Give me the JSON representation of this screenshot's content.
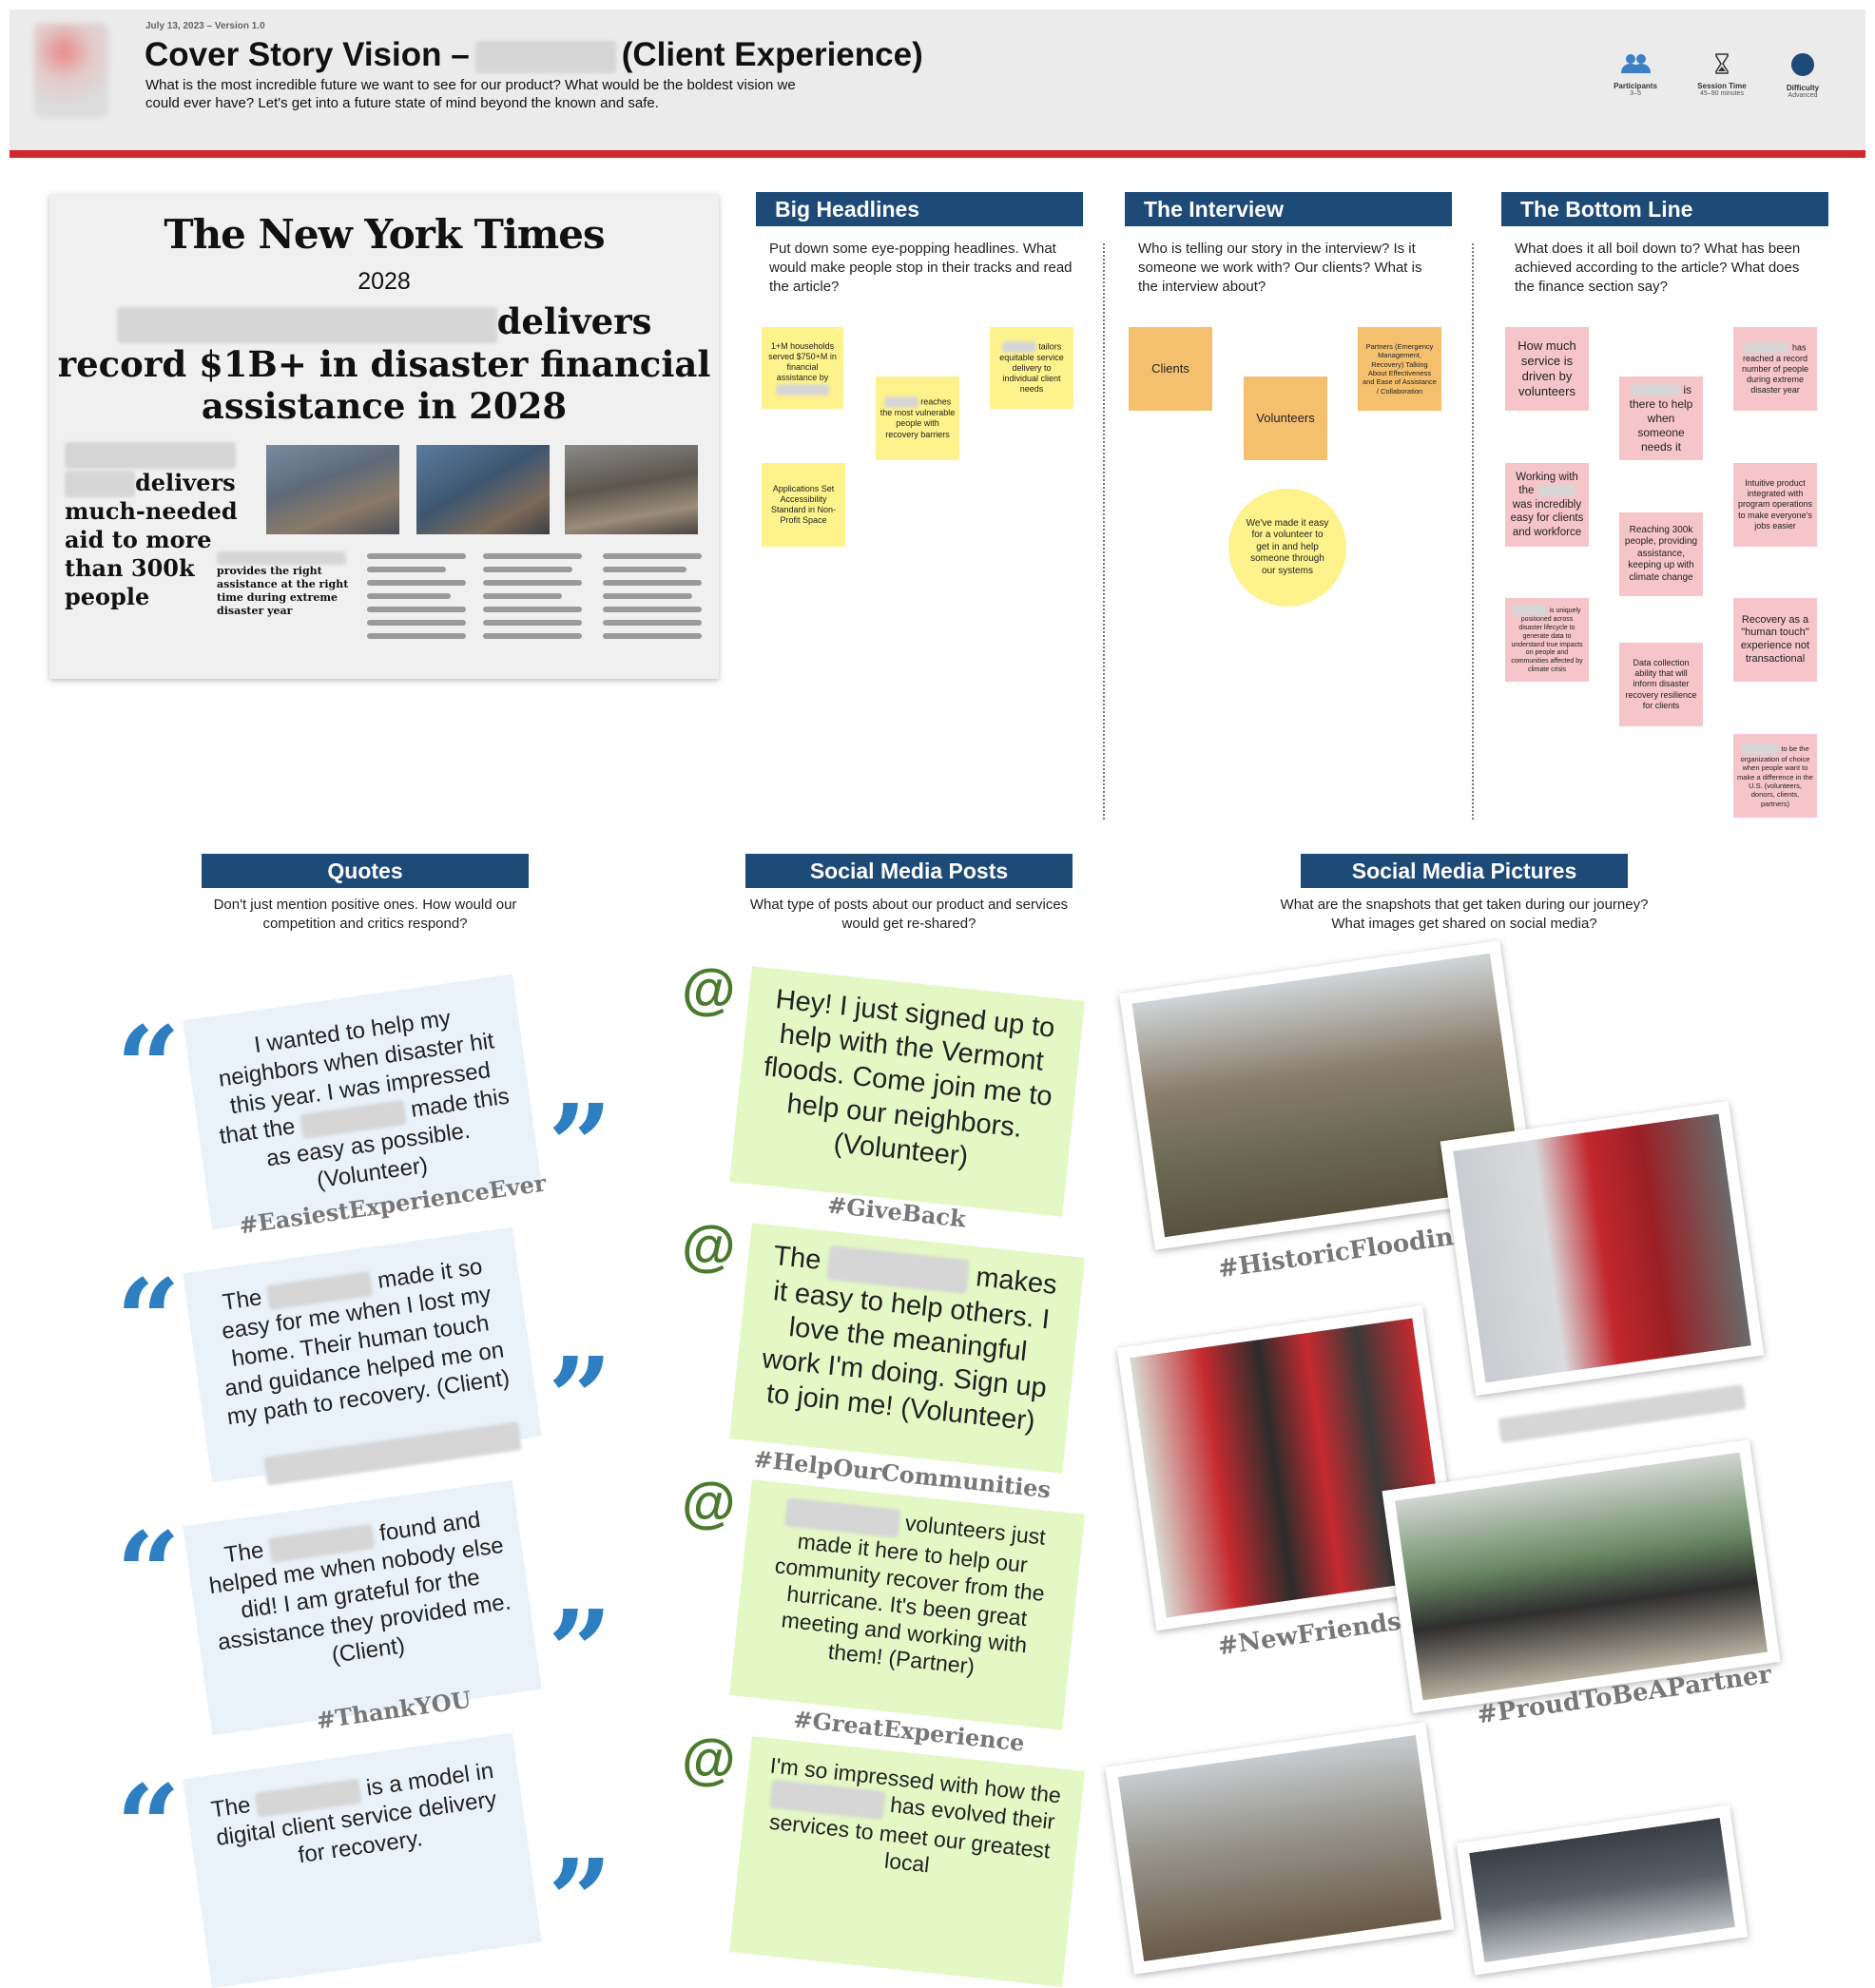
{
  "header": {
    "version": "July 13, 2023 – Version 1.0",
    "title_pre": "Cover Story Vision –",
    "title_post": "(Client Experience)",
    "subtitle": "What is the most incredible future we want to see for our product? What would be the boldest vision we could ever have? Let's get into a future state of mind beyond the known and safe.",
    "participants_label": "Participants",
    "participants_value": "3–5",
    "session_label": "Session Time",
    "session_value": "45–90 minutes",
    "difficulty_label": "Difficulty",
    "difficulty_value": "Advanced",
    "accent_color": "#d4272e",
    "icons": [
      "people-icon",
      "hourglass-icon",
      "dot-icon"
    ]
  },
  "newspaper": {
    "masthead": "The New York Times",
    "year": "2028",
    "headline_suffix": "delivers",
    "headline_rest": "record $1B+ in disaster financial assistance in 2028",
    "sub_suffix": "delivers",
    "sub_rest": "much-needed aid to more than 300k people",
    "caption": "provides the right assistance at the right time during extreme disaster year"
  },
  "big_headlines": {
    "title": "Big Headlines",
    "prompt": "Put down some eye-popping headlines. What would make people stop in their tracks and read the article?",
    "notes": [
      "1+M households served $750+M in financial assistance by",
      "tailors equitable service delivery to individual client needs",
      "reaches the most vulnerable people with recovery barriers",
      "Applications Set Accessibility Standard in Non-Profit Space"
    ]
  },
  "interview": {
    "title": "The Interview",
    "prompt": "Who is telling our story in the interview? Is it someone we work with? Our clients? What is the interview about?",
    "notes": [
      "Clients",
      "Partners (Emergency Management, Recovery) Talking About Effectiveness and Ease of Assistance / Collaboration",
      "Volunteers",
      "We've made it easy for a volunteer to get in and help someone through our systems"
    ]
  },
  "bottom_line": {
    "title": "The Bottom Line",
    "prompt": "What does it all boil down to? What has been achieved according to the article? What does the finance section say?",
    "notes": [
      "How much service is driven by volunteers",
      "has reached a record number of people during extreme disaster year",
      "is there to help when someone needs it",
      "Working with the",
      "was incredibly easy for clients and workforce",
      "Intuitive product integrated with program operations to make everyone's jobs easier",
      "Reaching 300k people, providing assistance, keeping up with climate change",
      "is uniquely positioned across disaster lifecycle to generate data to understand true impacts on people and communities affected by climate crisis",
      "Recovery as a \"human touch\" experience not transactional",
      "Data collection ability that will inform disaster recovery resilience for clients",
      "to be the organization of choice when people want to make a difference in the U.S. (volunteers, donors, clients, partners)"
    ]
  },
  "quotes": {
    "title": "Quotes",
    "prompt": "Don't just mention positive ones. How would our competition and critics respond?",
    "items": [
      {
        "pre": "I wanted to help my neighbors when disaster hit this year. I was impressed that the",
        "post": "made this as easy as possible. (Volunteer)",
        "tag": "#EasiestExperienceEver"
      },
      {
        "pre": "The",
        "post": "made it so easy for me when I lost my home. Their human touch and guidance helped me on my path to recovery. (Client)",
        "tag": ""
      },
      {
        "pre": "The",
        "post": "found and helped me when nobody else did! I am grateful for the assistance they provided me. (Client)",
        "tag": "#ThankYOU"
      },
      {
        "pre": "The",
        "post": "is a model in digital client service delivery for recovery.",
        "tag": ""
      }
    ]
  },
  "social_posts": {
    "title": "Social Media Posts",
    "prompt": "What type of posts about our product and services would get re-shared?",
    "items": [
      {
        "pre": "",
        "post": "Hey! I just signed up to help with the Vermont floods. Come join me to help our neighbors. (Volunteer)",
        "tag": "#GiveBack"
      },
      {
        "pre": "The",
        "post": "makes it easy to help others. I love the meaningful work I'm doing. Sign up to join me! (Volunteer)",
        "tag": "#HelpOurCommunities"
      },
      {
        "pre": "",
        "post": "volunteers just made it here to help our community recover from the hurricane. It's been great meeting and working with them! (Partner)",
        "tag": "#GreatExperience"
      },
      {
        "pre": "I'm so impressed with how the",
        "post": "has evolved their services to meet our greatest local",
        "tag": ""
      }
    ]
  },
  "social_pictures": {
    "title": "Social Media Pictures",
    "prompt": "What are the snapshots that get taken during our journey? What images get shared on social media?",
    "tags": [
      "#HistoricFlooding",
      "#NewFriends",
      "#ProudToBeAPartner"
    ]
  }
}
